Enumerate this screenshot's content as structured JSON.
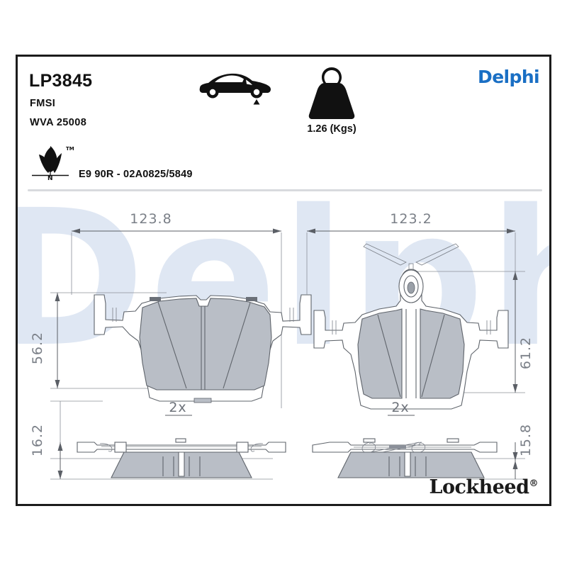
{
  "product": {
    "part_number": "LP3845",
    "fmsi_label": "FMSI",
    "fmsi_value": "",
    "wva": "WVA 25008",
    "approval_code": "E9 90R - 02A0825/5849",
    "weight": "1.26 (Kgs)",
    "eco_mark_tm": "TM",
    "eco_mark_n": "N"
  },
  "brand": {
    "primary": "Delphi",
    "secondary": "Lockheed",
    "registered_mark": "®",
    "primary_color": "#1a6fc4",
    "watermark_text": "Delphi",
    "watermark_color": "#dfe7f3"
  },
  "icons": {
    "car": "car-side-icon",
    "axle_marker": "rear-axle-marker",
    "weight": "weight-kettlebell-icon",
    "eco": "eco-leaf-icon"
  },
  "drawing": {
    "front_pad": {
      "title": "front-brake-pad",
      "width_dim": "123.8",
      "height_dim": "56.2",
      "thickness_dim": "16.2",
      "quantity": "2x"
    },
    "rear_pad": {
      "title": "rear-brake-pad",
      "width_dim": "123.2",
      "height_dim": "61.2",
      "thickness_dim": "15.8",
      "quantity": "2x"
    },
    "units": "mm"
  }
}
